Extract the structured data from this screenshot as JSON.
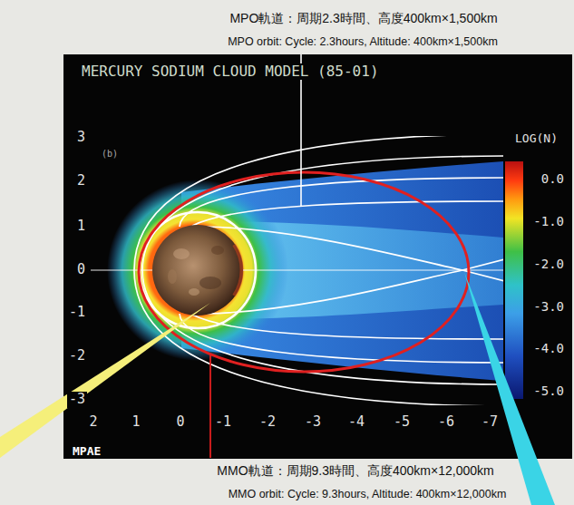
{
  "diagram": {
    "labels": [
      "MPO軌道：周期2.3時間、高度400km×1,500km",
      "MPO orbit: Cycle: 2.3hours, Altitude: 400km×1,500km",
      "MERCURY SODIUM CLOUD MODEL (85-01)",
      "(b)",
      "3",
      "2",
      "1",
      "0",
      "-1",
      "-2",
      "-3",
      "LOG(N)",
      "0.0",
      "-1.0",
      "-2.0",
      "-3.0",
      "-4.0",
      "-5.0",
      "2",
      "1",
      "0",
      "-1",
      "-2",
      "-3",
      "-4",
      "-5",
      "-6",
      "-7",
      "MPAE",
      "MMO軌道：周期9.3時間、高度400km×12,000km",
      "MMO orbit: Cycle: 9.3hours, Altitude: 400km×12,000km"
    ]
  }
}
